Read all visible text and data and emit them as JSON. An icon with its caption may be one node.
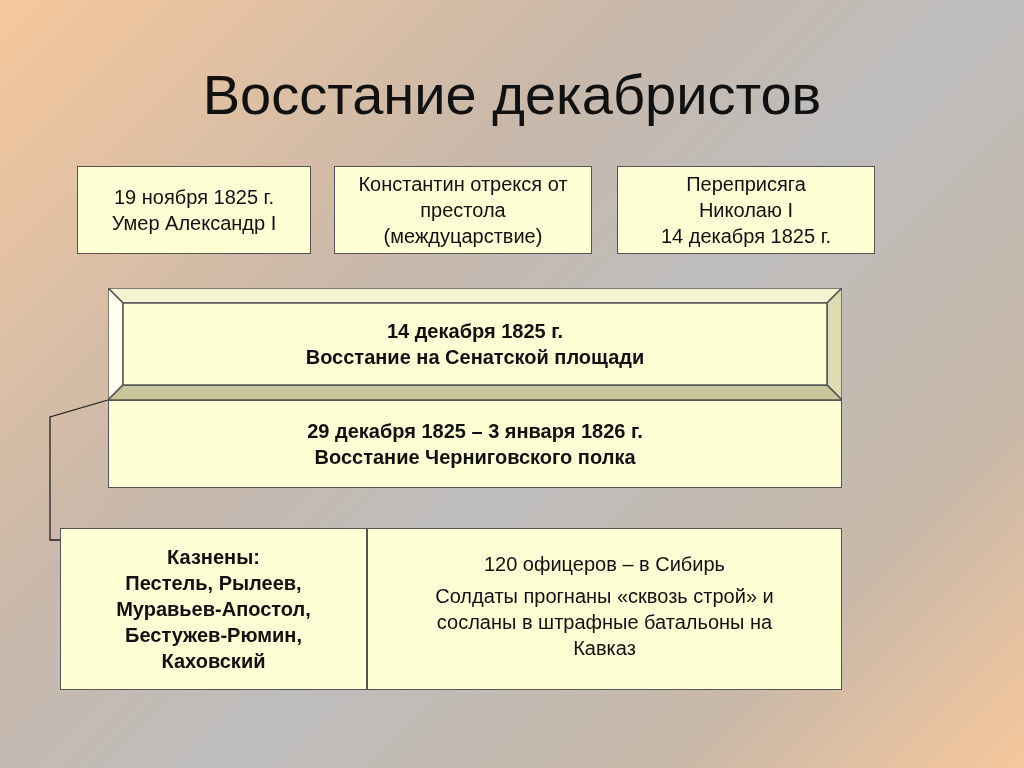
{
  "diagram": {
    "title": "Восстание декабристов",
    "nodes": [
      {
        "text": [
          "19 ноября 1825 г.",
          "Умер Александр I"
        ]
      },
      {
        "text": [
          "Константин отрекся от престола (междуцарствие)"
        ]
      },
      {
        "text": [
          "Переприсяга Николаю I",
          "14 декабря 1825 г."
        ]
      },
      {
        "text": [
          "14 декабря 1825 г.",
          "Восстание на Сенатской площади"
        ]
      },
      {
        "text": [
          "29 декабря 1825 – 3 января 1826 г.",
          "Восстание Черниговского полка"
        ]
      },
      {
        "text": [
          "Казнены:",
          "Пестель, Рылеев, Муравьев-Апостол, Бестужев-Рюмин, Каховский"
        ]
      },
      {
        "text": [
          "120 офицеров – в Сибирь",
          "Солдаты прогнаны «сквозь строй» и сосланы в штрафные батальоны на Кавказ"
        ]
      }
    ],
    "edges": [
      {
        "from": 3,
        "to": 5,
        "arrow": "none"
      }
    ]
  }
}
